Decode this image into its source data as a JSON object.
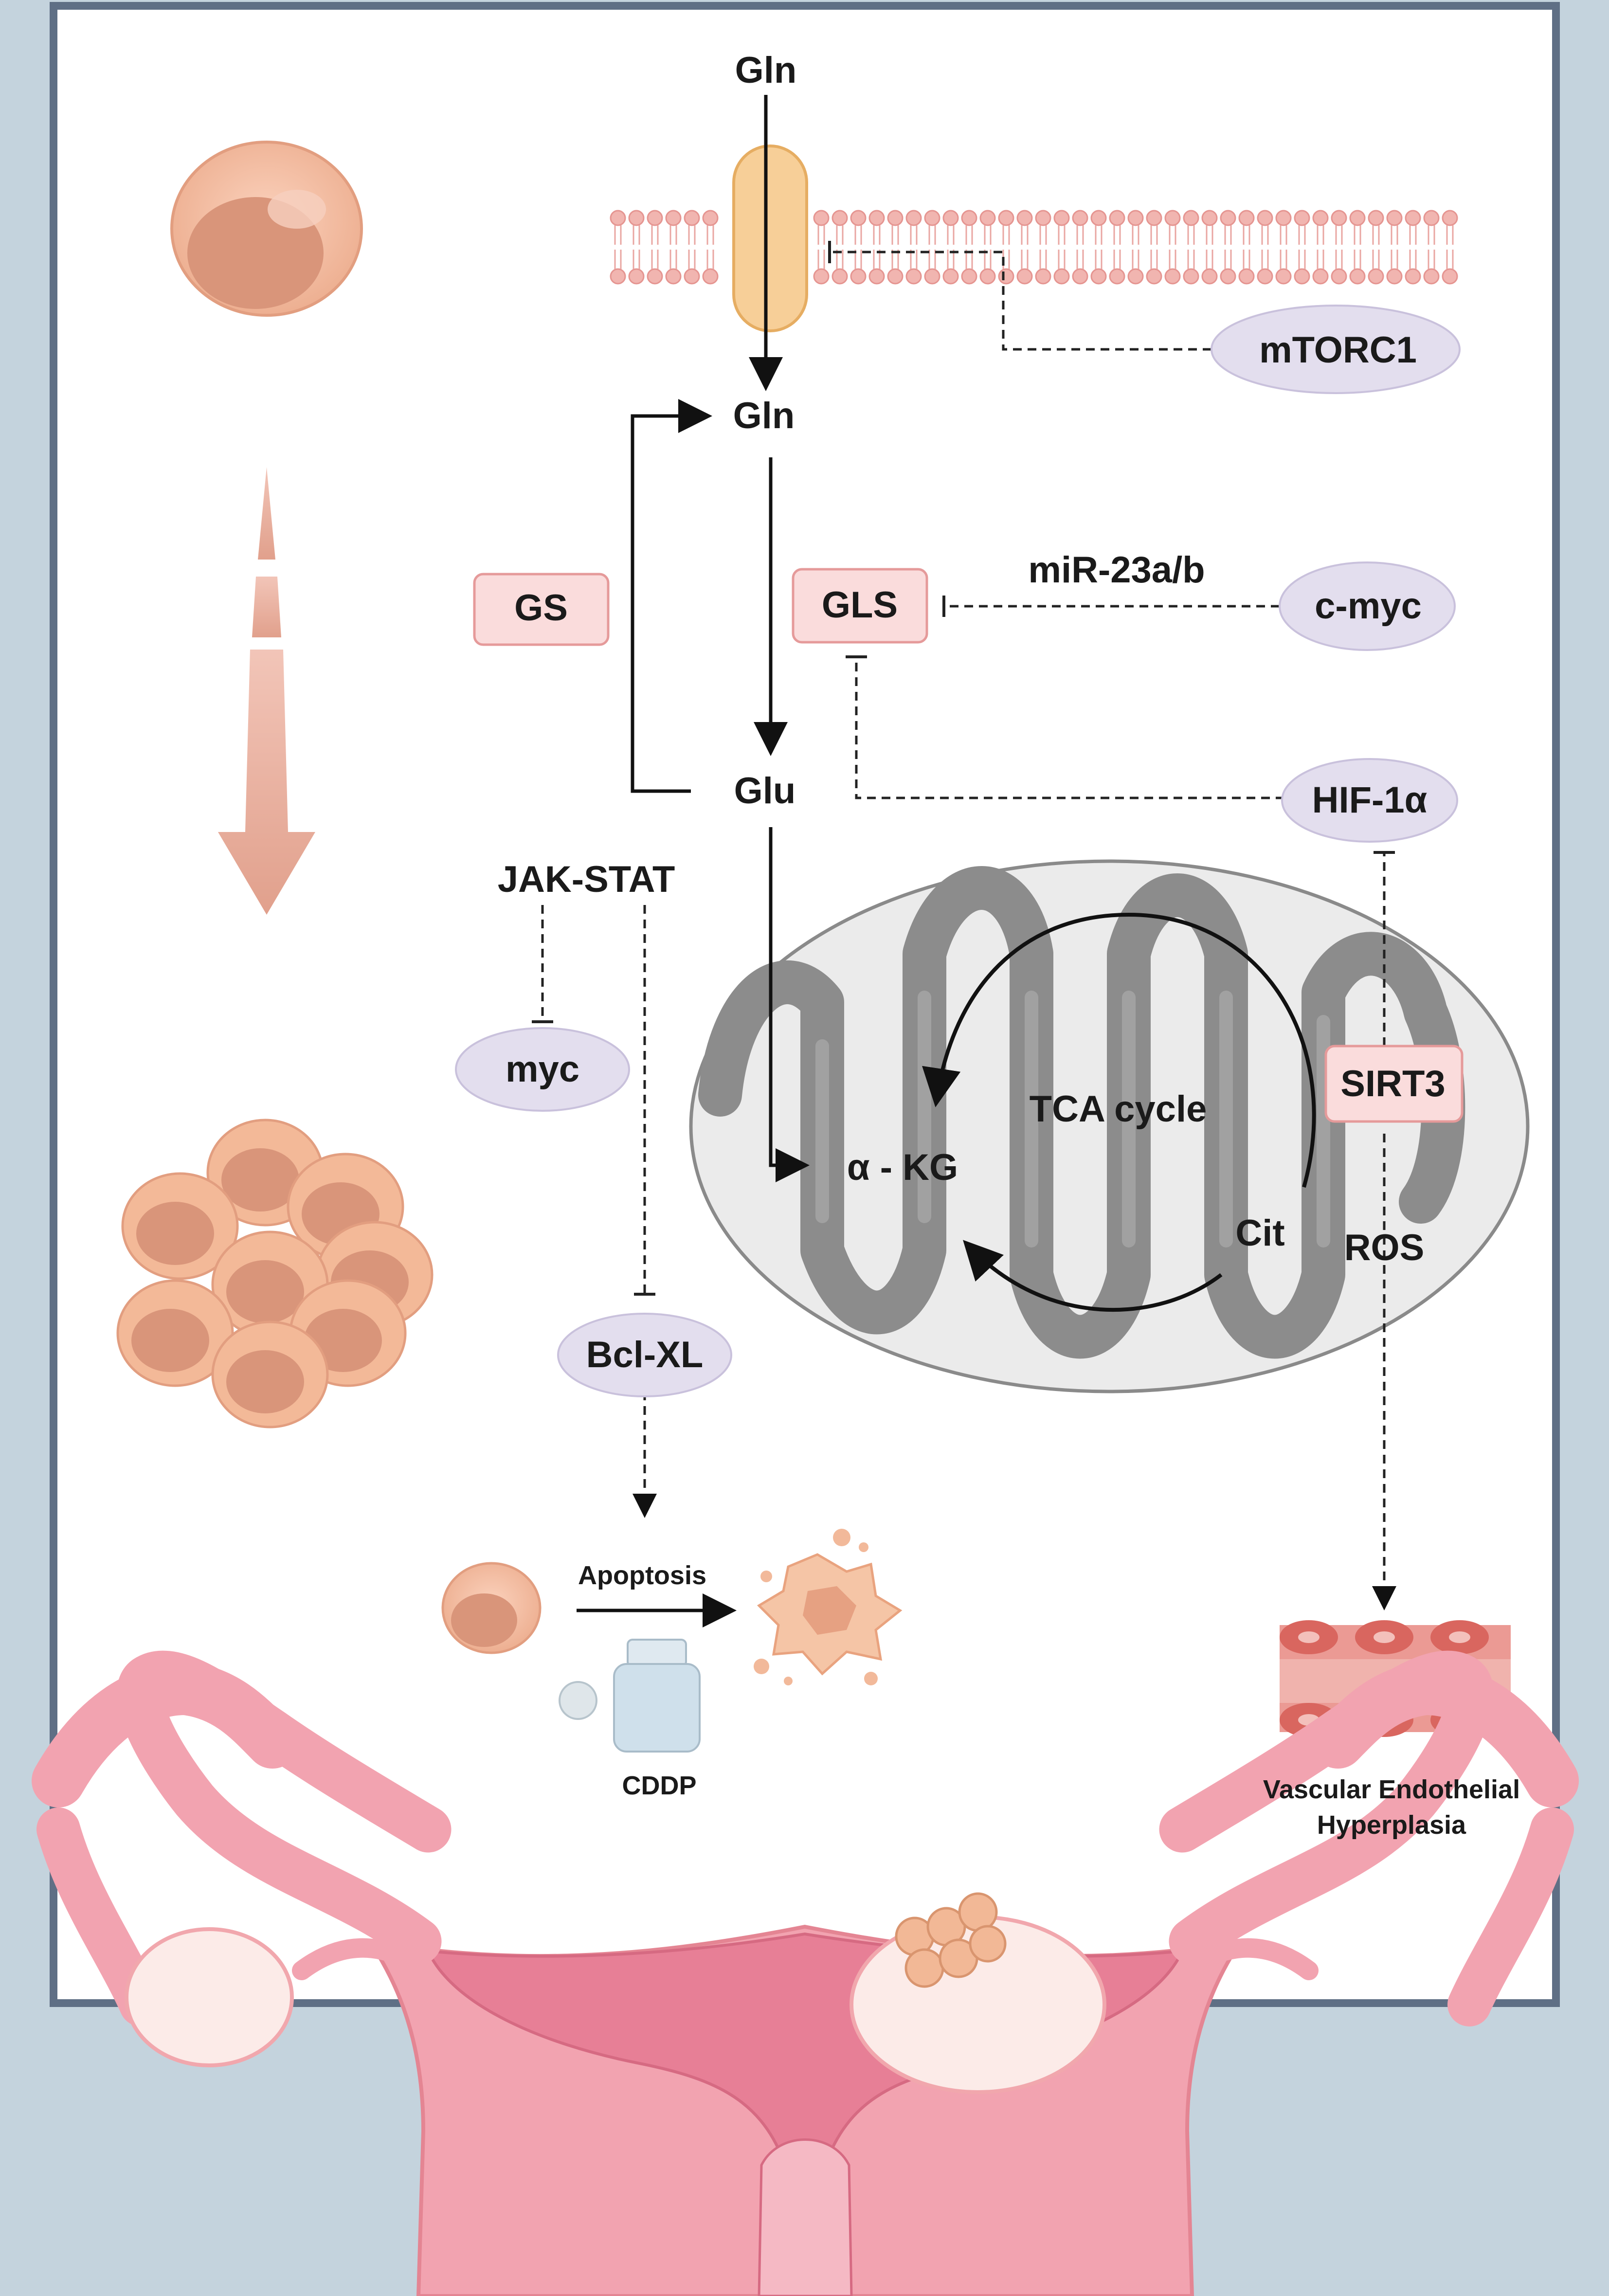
{
  "labels": {
    "gln_outside": "Gln",
    "gln_inside": "Gln",
    "glu": "Glu",
    "mtorc1": "mTORC1",
    "gs": "GS",
    "gls": "GLS",
    "mir": "miR-23a/b",
    "cmyc": "c-myc",
    "hif": "HIF-1α",
    "jakstat": "JAK-STAT",
    "myc": "myc",
    "sirt3": "SIRT3",
    "tca": "TCA cycle",
    "akg": "α - KG",
    "cit": "Cit",
    "ros": "ROS",
    "bclxl": "Bcl-XL",
    "apoptosis": "Apoptosis",
    "cddp": "CDDP",
    "vascular": "Vascular Endothelial Hyperplasia"
  },
  "colors": {
    "background": "#c4d3dd",
    "panel": "#ffffff",
    "panel_border": "#5f6f85",
    "enzyme_box": "#fadcdc",
    "enzyme_border": "#e59a9a",
    "regulator_ellipse": "#e3deee",
    "cell": "#f3b998",
    "cell_nucleus": "#d9957a",
    "uterus": "#f2a3b0",
    "mitochondrion": "#e6e6e6",
    "cristae": "#8c8c8c"
  }
}
